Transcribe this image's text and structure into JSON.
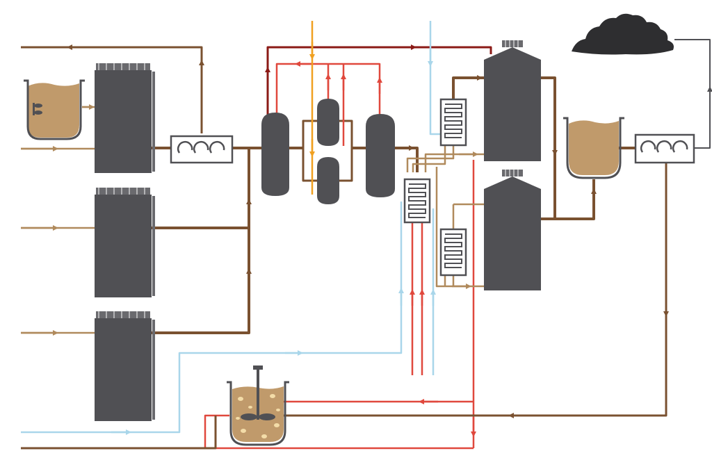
{
  "title": "",
  "colors": {
    "background": "#ffffff",
    "vessel_gray": "#505054",
    "grate_gray": "#6a6a6e",
    "slurry_tan": "#c09a6b",
    "pipe_brown": "#7a5130",
    "pipe_tan": "#b08a5c",
    "pipe_light_blue": "#a9d6ea",
    "pipe_red": "#e0483d",
    "pipe_dark_red": "#8b1a16",
    "pipe_orange": "#f0a020",
    "smoke_black": "#2e2e30",
    "heat_exchanger_stroke": "#505054"
  },
  "diagram": {
    "nodes": [
      {
        "id": "mixing-tank-top-left",
        "kind": "tank-with-agitator",
        "label": ""
      },
      {
        "id": "reactor-column-1",
        "kind": "column",
        "label": ""
      },
      {
        "id": "reactor-column-2",
        "kind": "column",
        "label": ""
      },
      {
        "id": "reactor-column-3",
        "kind": "column",
        "label": ""
      },
      {
        "id": "rotary-pump-left",
        "kind": "pump",
        "label": ""
      },
      {
        "id": "separator-vessel-1",
        "kind": "pressure-vessel",
        "label": ""
      },
      {
        "id": "separator-vessel-small-top",
        "kind": "pressure-vessel",
        "label": ""
      },
      {
        "id": "separator-vessel-small-bottom",
        "kind": "pressure-vessel",
        "label": ""
      },
      {
        "id": "separator-vessel-2",
        "kind": "pressure-vessel",
        "label": ""
      },
      {
        "id": "heat-exchanger-1",
        "kind": "heat-exchanger",
        "label": ""
      },
      {
        "id": "heat-exchanger-2",
        "kind": "heat-exchanger",
        "label": ""
      },
      {
        "id": "heat-exchanger-3",
        "kind": "heat-exchanger",
        "label": ""
      },
      {
        "id": "storage-silo-top",
        "kind": "silo",
        "label": ""
      },
      {
        "id": "storage-silo-bottom",
        "kind": "silo",
        "label": ""
      },
      {
        "id": "collection-tank-right",
        "kind": "tank",
        "label": ""
      },
      {
        "id": "rotary-pump-right",
        "kind": "pump",
        "label": ""
      },
      {
        "id": "biochar-pile",
        "kind": "solid-output",
        "label": ""
      },
      {
        "id": "stirred-tank-bottom",
        "kind": "tank-with-agitator",
        "label": ""
      }
    ],
    "edges": [
      {
        "from": "reactor-column-1",
        "to": "rotary-pump-left",
        "stream": "brown"
      },
      {
        "from": "reactor-column-2",
        "to": "rotary-pump-left",
        "stream": "brown"
      },
      {
        "from": "reactor-column-3",
        "to": "rotary-pump-left",
        "stream": "brown"
      },
      {
        "from": "rotary-pump-left",
        "to": "separator-vessel-1",
        "stream": "brown"
      },
      {
        "from": "separator-vessel-2",
        "to": "heat-exchanger-2",
        "stream": "brown"
      },
      {
        "from": "storage-silo-top",
        "to": "collection-tank-right",
        "stream": "brown"
      },
      {
        "from": "collection-tank-right",
        "to": "rotary-pump-right",
        "stream": "brown"
      },
      {
        "from": "rotary-pump-right",
        "to": "biochar-pile",
        "stream": "gray"
      },
      {
        "from": "rotary-pump-right",
        "to": "stirred-tank-bottom",
        "stream": "brown"
      },
      {
        "from": "stirred-tank-bottom",
        "to": "heat-exchanger-2",
        "stream": "red"
      }
    ]
  }
}
